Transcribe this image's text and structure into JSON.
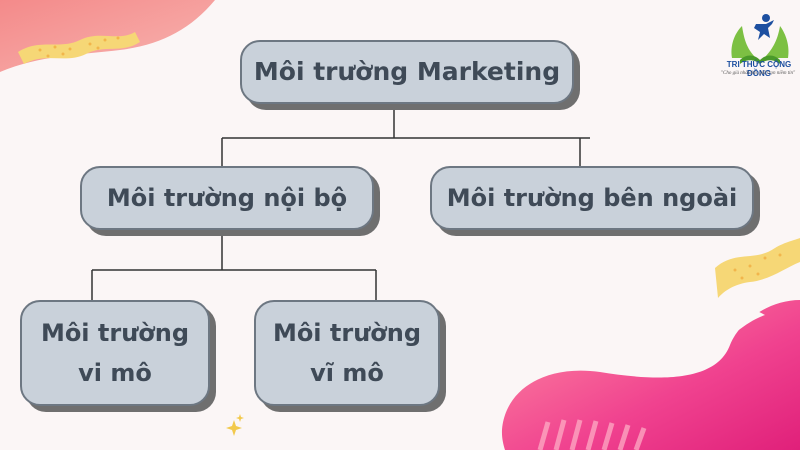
{
  "diagram": {
    "root": "Môi trường Marketing",
    "internal": "Môi trường nội bộ",
    "external": "Môi trường bên ngoài",
    "micro_line1": "Môi trường",
    "micro_line2": "vi mô",
    "macro_line1": "Môi trường",
    "macro_line2": "vĩ mô"
  },
  "logo": {
    "name": "TRI THỨC CỘNG ĐỒNG",
    "tagline": "\"Cho già nhất tim, giữ trọn niềm tin\""
  },
  "colors": {
    "box_fill": "#c9d1da",
    "box_border": "#6d7782",
    "text": "#3f4a57",
    "accent_pink": "#f0428f",
    "accent_yellow": "#f6d776"
  }
}
